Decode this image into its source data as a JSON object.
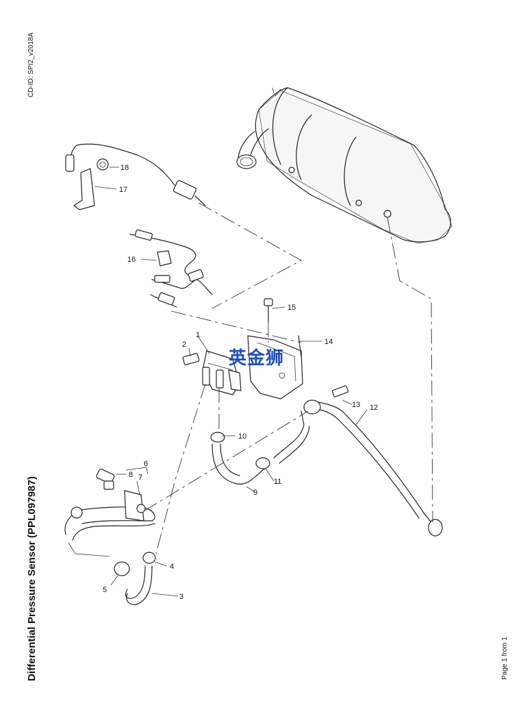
{
  "document": {
    "id": "CD-ID: SPI2_v2018A",
    "title": "Differential Pressure Sensor (PPL097987)",
    "page": "Page 1 from 1"
  },
  "watermark": "英金狮",
  "callouts": [
    "1",
    "2",
    "3",
    "4",
    "5",
    "6",
    "7",
    "8",
    "9",
    "10",
    "11",
    "12",
    "13",
    "14",
    "15",
    "16",
    "17",
    "18"
  ]
}
